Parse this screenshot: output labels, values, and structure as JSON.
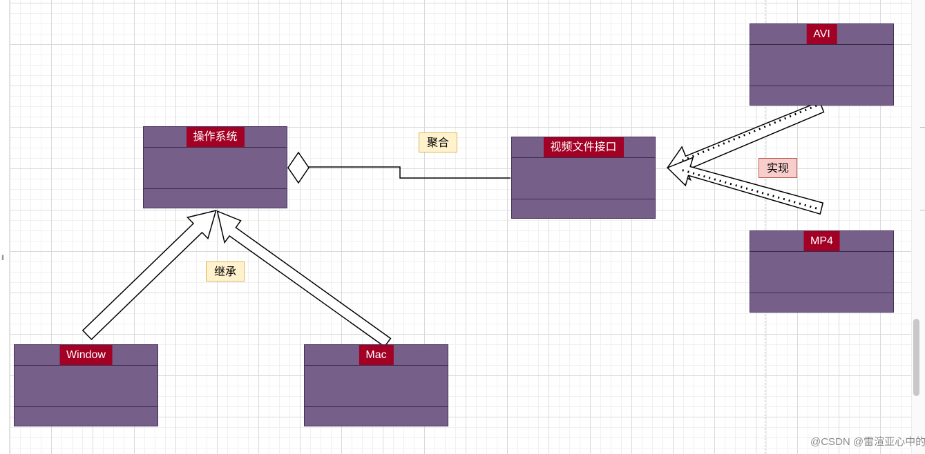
{
  "classes": {
    "os": {
      "title": "操作系统"
    },
    "video_interface": {
      "title": "视频文件接口"
    },
    "avi": {
      "title": "AVI"
    },
    "mp4": {
      "title": "MP4"
    },
    "window": {
      "title": "Window"
    },
    "mac": {
      "title": "Mac"
    }
  },
  "relations": {
    "aggregation": "聚合",
    "inheritance": "继承",
    "realization": "实现"
  },
  "watermark": "@CSDN @雷渲亚心中的枪王",
  "colors": {
    "class_fill": "#76608a",
    "class_stroke": "#432d57",
    "title_fill": "#a20025",
    "label_yellow": "#fff2cc",
    "label_red": "#f8cecc"
  }
}
